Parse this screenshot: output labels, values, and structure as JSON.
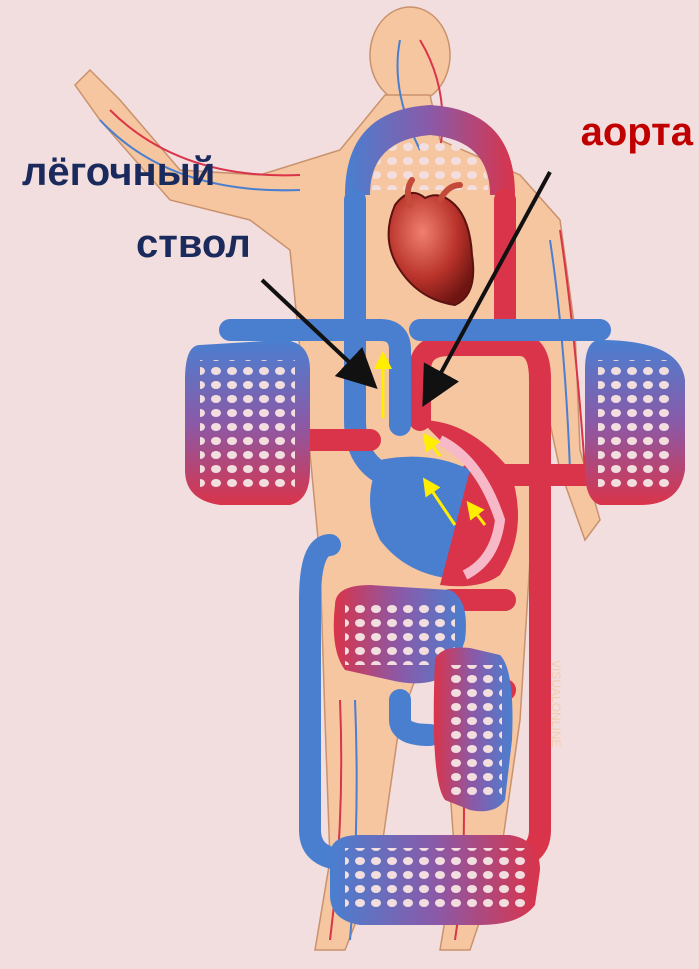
{
  "labels": {
    "aorta": "аорта",
    "pulmonary_trunk_line1": "лёгочный",
    "pulmonary_trunk_line2": "ствол"
  },
  "colors": {
    "background": "#f2dede",
    "artery_red": "#d9344a",
    "vein_blue": "#4a7fd0",
    "body_skin": "#f6c6a0",
    "aorta_label": "#c00000",
    "trunk_label": "#1b2a5c",
    "flow_arrow": "#ffee00",
    "pointer_arrow": "#111111"
  },
  "watermark": "VISUALONLINE"
}
